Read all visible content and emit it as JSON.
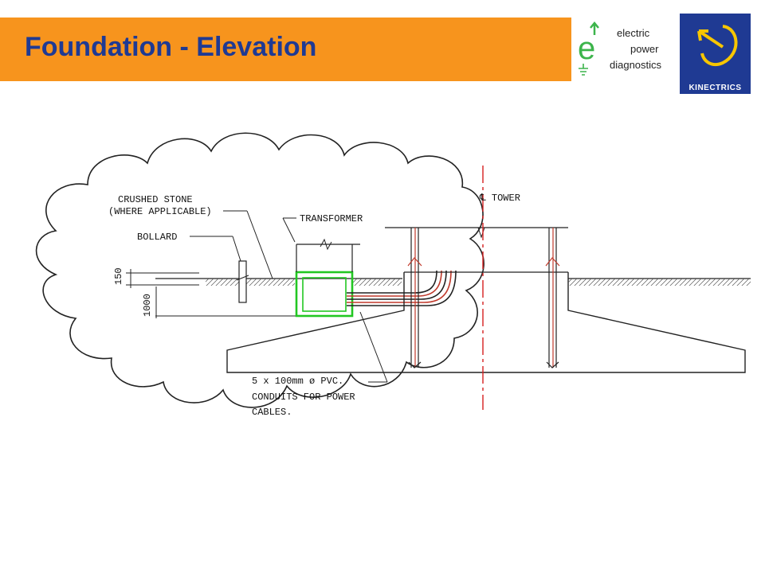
{
  "slide": {
    "title": "Foundation - Elevation"
  },
  "logos": {
    "epd": {
      "letter": "e",
      "line1": "electric",
      "line2": "power",
      "line3": "diagnostics"
    },
    "kinectrics": {
      "name": "KINECTRICS"
    }
  },
  "diagram": {
    "labels": {
      "crushed_stone_1": "CRUSHED STONE",
      "crushed_stone_2": "(WHERE APPLICABLE)",
      "bollard": "BOLLARD",
      "transformer": "TRANSFORMER",
      "tower": "℄ TOWER",
      "dim_150": "150",
      "dim_1000": "1000",
      "conduit_1": "5 x 100mm ø PVC.",
      "conduit_2": "CONDUITS FOR POWER",
      "conduit_3": "CABLES."
    }
  },
  "colors": {
    "header_orange": "#f7941d",
    "title_blue": "#1f3a93",
    "transformer_green": "#22c722",
    "cable_red": "#c0392b",
    "centerline_red": "#d62020",
    "cloud_outline": "#222222"
  }
}
